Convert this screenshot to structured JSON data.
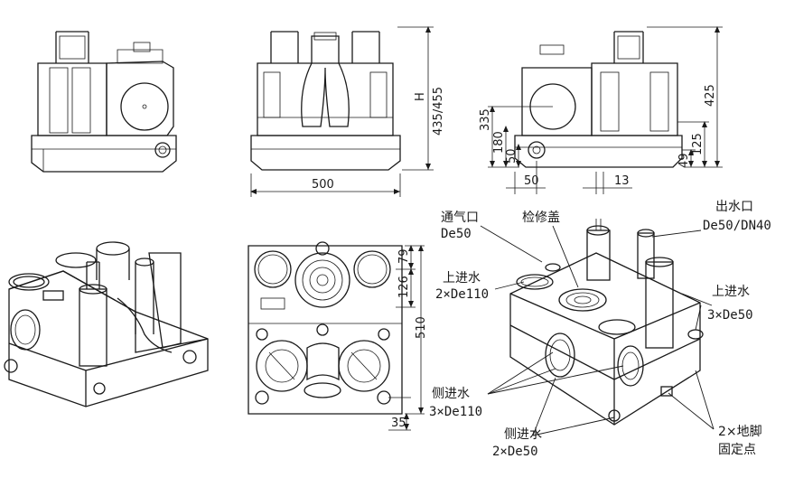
{
  "dimensions": {
    "height_label": "H",
    "height_value": "435/455",
    "width_front": "500",
    "side_335": "335",
    "side_180": "180",
    "side_50_v": "50",
    "side_50_h": "50",
    "side_13": "13",
    "side_425": "425",
    "side_125": "125",
    "side_49": "49",
    "plan_79": "79",
    "plan_126": "126",
    "plan_510": "510",
    "plan_35": "35"
  },
  "labels": {
    "vent": "通气口",
    "vent_size": "De50",
    "inspection_cover": "检修盖",
    "outlet": "出水口",
    "outlet_size": "De50/DN40",
    "top_inlet_left": "上进水",
    "top_inlet_left_size": "2×De110",
    "top_inlet_right": "上进水",
    "top_inlet_right_size": "3×De50",
    "side_inlet_large": "侧进水",
    "side_inlet_large_size": "3×De110",
    "side_inlet_small": "侧进水",
    "side_inlet_small_size": "2×De50",
    "foot_fix": "2×地脚",
    "foot_fix_2": "固定点"
  }
}
